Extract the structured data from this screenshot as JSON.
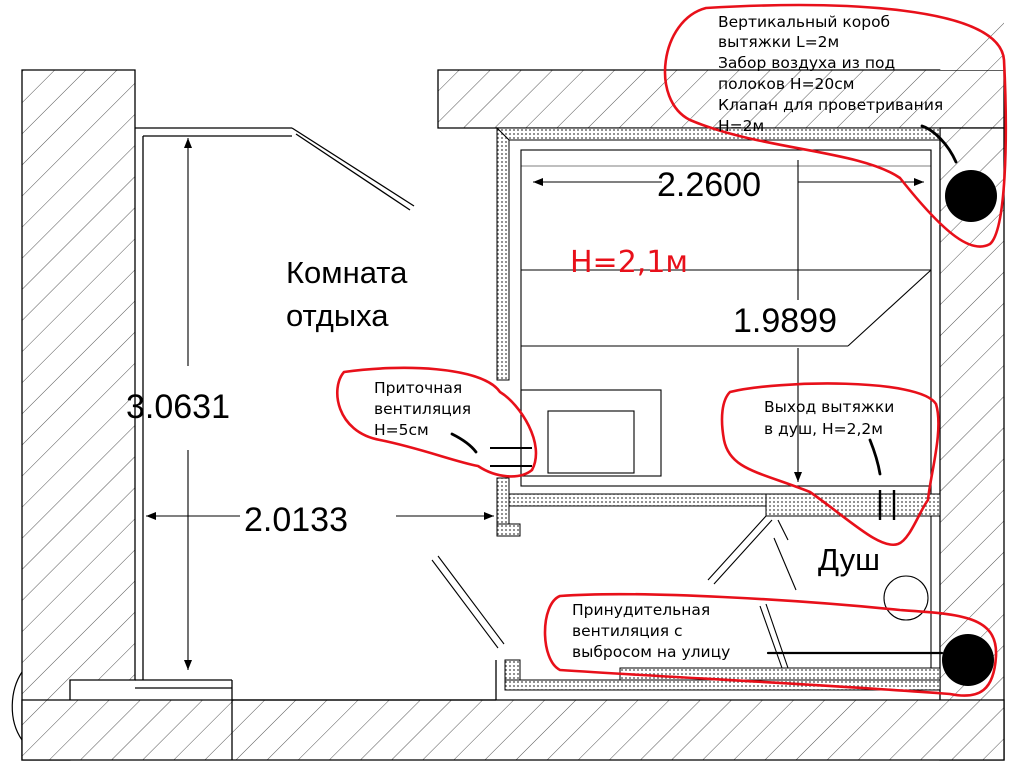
{
  "colors": {
    "annotation": "#e8101a",
    "hatch": "#555555",
    "line": "#000000"
  },
  "dimensions": {
    "steam_width": "2.2600",
    "steam_depth": "1.9899",
    "rest_length": "3.0631",
    "rest_width": "2.0133"
  },
  "rooms": {
    "rest_line1": "Комната",
    "rest_line2": "отдыха",
    "shower": "Душ",
    "steam_height": "H=2,1м"
  },
  "notes": {
    "exhaust_box": [
      "Вертикальный короб",
      "вытяжки L=2м",
      "Забор воздуха из под",
      "полоков H=20см",
      "Клапан для проветривания",
      "H=2м"
    ],
    "supply": [
      "Приточная",
      "вентиляция",
      "H=5см"
    ],
    "shower_exit": [
      "Выход вытяжки",
      "в душ, H=2,2м"
    ],
    "forced": [
      "Принудительная",
      "вентиляция с",
      "выбросом на улицу"
    ]
  }
}
